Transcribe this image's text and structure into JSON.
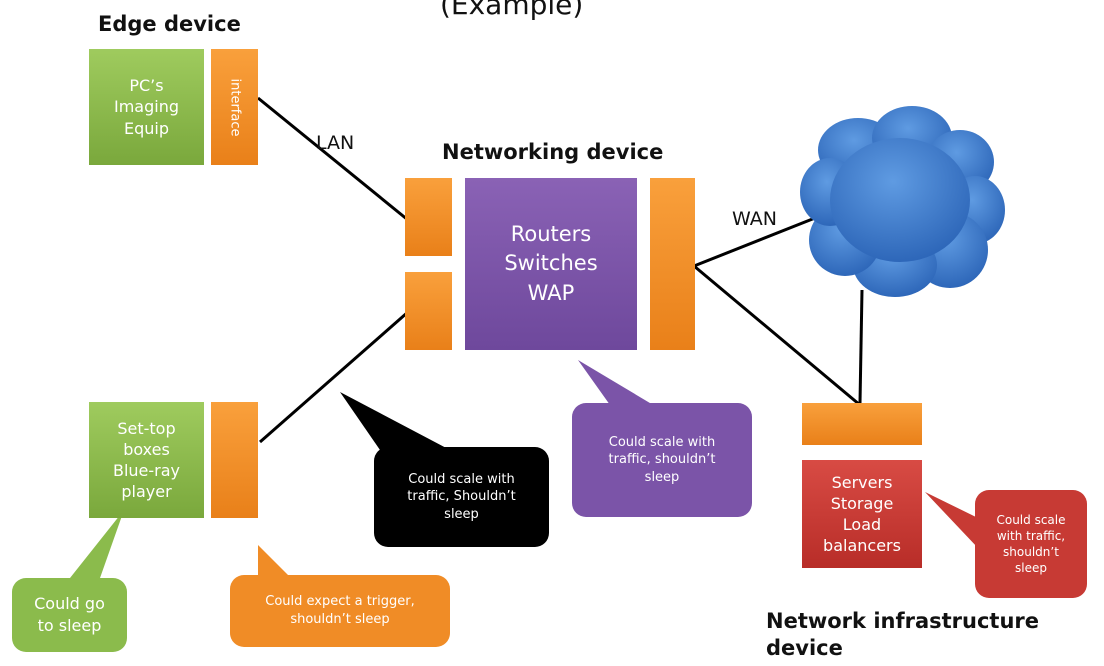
{
  "title_fragment": "(Example)",
  "headings": {
    "edge_device": "Edge device",
    "networking_device": "Networking device",
    "network_infrastructure_device": "Network infrastructure\ndevice"
  },
  "links": {
    "lan": "LAN",
    "wan": "WAN"
  },
  "boxes": {
    "edge_pc": "PC’s\nImaging\nEquip",
    "interface": "interface",
    "settop": "Set-top\nboxes\nBlue-ray\nplayer",
    "routers": "Routers\nSwitches\nWAP",
    "servers": "Servers\nStorage\nLoad\nbalancers"
  },
  "callouts": {
    "green": "Could go\nto sleep",
    "orange": "Could expect a  trigger,\nshouldn’t sleep",
    "black": "Could scale with\ntraffic, Shouldn’t\nsleep",
    "purple": "Could scale with\ntraffic, shouldn’t\nsleep",
    "red": "Could scale\nwith traffic,\nshouldn’t\nsleep"
  },
  "colors": {
    "green": "#8bbb4c",
    "orange": "#f08c26",
    "purple": "#7b54a8",
    "red": "#c73a34",
    "black": "#000000",
    "cloud": "#2f6fc4"
  }
}
